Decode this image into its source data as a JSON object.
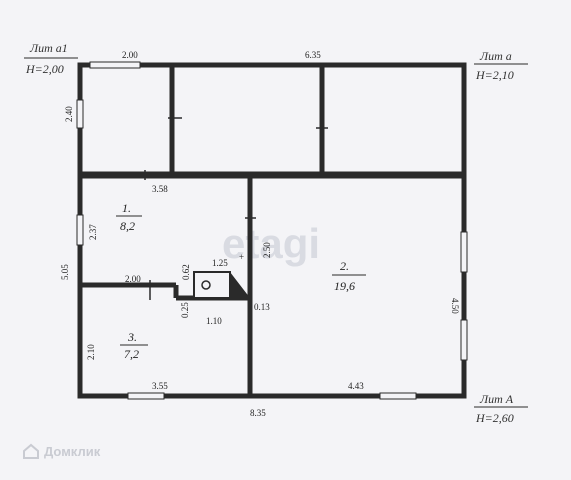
{
  "watermark": "etagi",
  "logo_text": "Домклик",
  "lit_a1": {
    "name": "Лит а1",
    "height": "H=2,00"
  },
  "lit_a": {
    "name": "Лит а",
    "height": "H=2,10"
  },
  "lit_A": {
    "name": "Лит А",
    "height": "H=2,60"
  },
  "rooms": [
    {
      "number": "1.",
      "area": "8,2"
    },
    {
      "number": "2.",
      "area": "19,6"
    },
    {
      "number": "3.",
      "area": "7,2"
    }
  ],
  "dims": {
    "top_left": "2.00",
    "top": "6.35",
    "left_a1": "2.40",
    "room1_top": "3.58",
    "room1_left": "2.37",
    "left_total": "5.05",
    "room2_left": "2.50",
    "room2_right": "4.50",
    "stair_top": "1.25",
    "stair_left": "0.62",
    "room3_top": "2.00",
    "stair_bottom": "0.25",
    "stair_width": "1.10",
    "stair_right": "0.13",
    "room3_left": "2.10",
    "room3_bottom": "3.55",
    "room2_bottom": "4.43",
    "bottom_total": "8.35"
  }
}
